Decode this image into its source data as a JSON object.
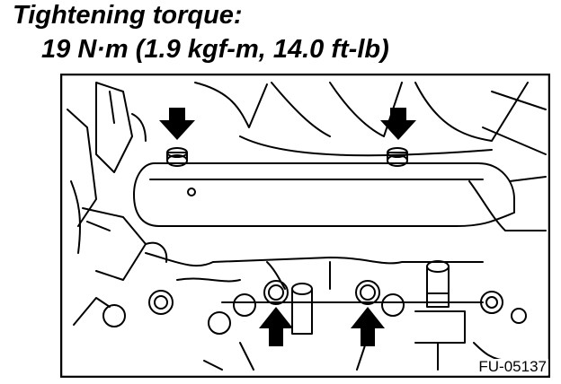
{
  "heading": "Tightening torque:",
  "torque_spec": "19 N·m (1.9 kgf-m, 14.0 ft-lb)",
  "figure_code": "FU-05137",
  "line_color": "#000000",
  "arrow_icons": [
    "arrow-down-icon",
    "arrow-down-icon",
    "arrow-up-icon",
    "arrow-up-icon"
  ]
}
